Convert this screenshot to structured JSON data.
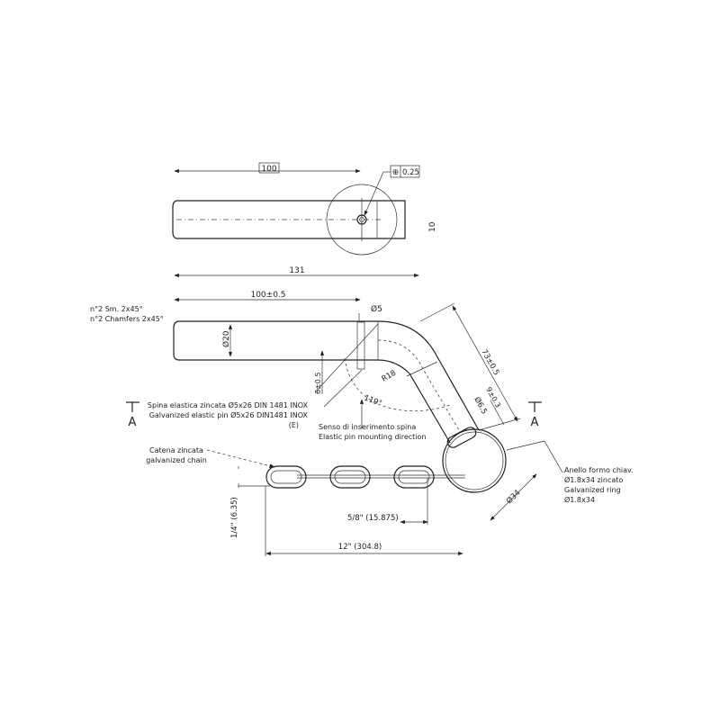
{
  "top_view": {
    "dim_basic_100": "100",
    "position_tolerance": "0.25",
    "position_symbol": "⊕",
    "dim_10": "10",
    "dim_131": "131",
    "dim_100_tol": "100±0.5"
  },
  "side_view": {
    "chamfer_it": "n°2 Sm. 2x45°",
    "chamfer_en": "n°2 Chamfers 2x45°",
    "dim_pin_dia": "Ø5",
    "dim_rod_dia": "Ø20",
    "dim_6": "6±0.5",
    "dim_r18": "R18",
    "dim_angle": "119°",
    "dim_73": "73±0.5",
    "dim_9": "9±0.3",
    "dim_hole": "Ø6.5",
    "dim_ring": "Ø34",
    "pin_it": "Spina elastica zincata Ø5x26 DIN 1481 INOX",
    "pin_en": "Galvanized elastic pin Ø5x26 DIN1481 INOX",
    "pin_code": "(E)",
    "direction_it": "Senso di inserimento spina",
    "direction_en": "Elastic pin mounting direction",
    "ring_it_1": "Anello formo chiav.",
    "ring_it_2": "Ø1.8x34 zincato",
    "ring_en_1": "Galvanized ring",
    "ring_en_2": "Ø1.8x34"
  },
  "section": {
    "left": "A",
    "right": "A"
  },
  "chain": {
    "label_it": "Catena zincata",
    "label_en": "galvanized chain",
    "dim_width": "1/4\" (6.35)",
    "dim_pitch": "5/8\" (15.875)",
    "dim_length": "12\" (304.8)"
  }
}
